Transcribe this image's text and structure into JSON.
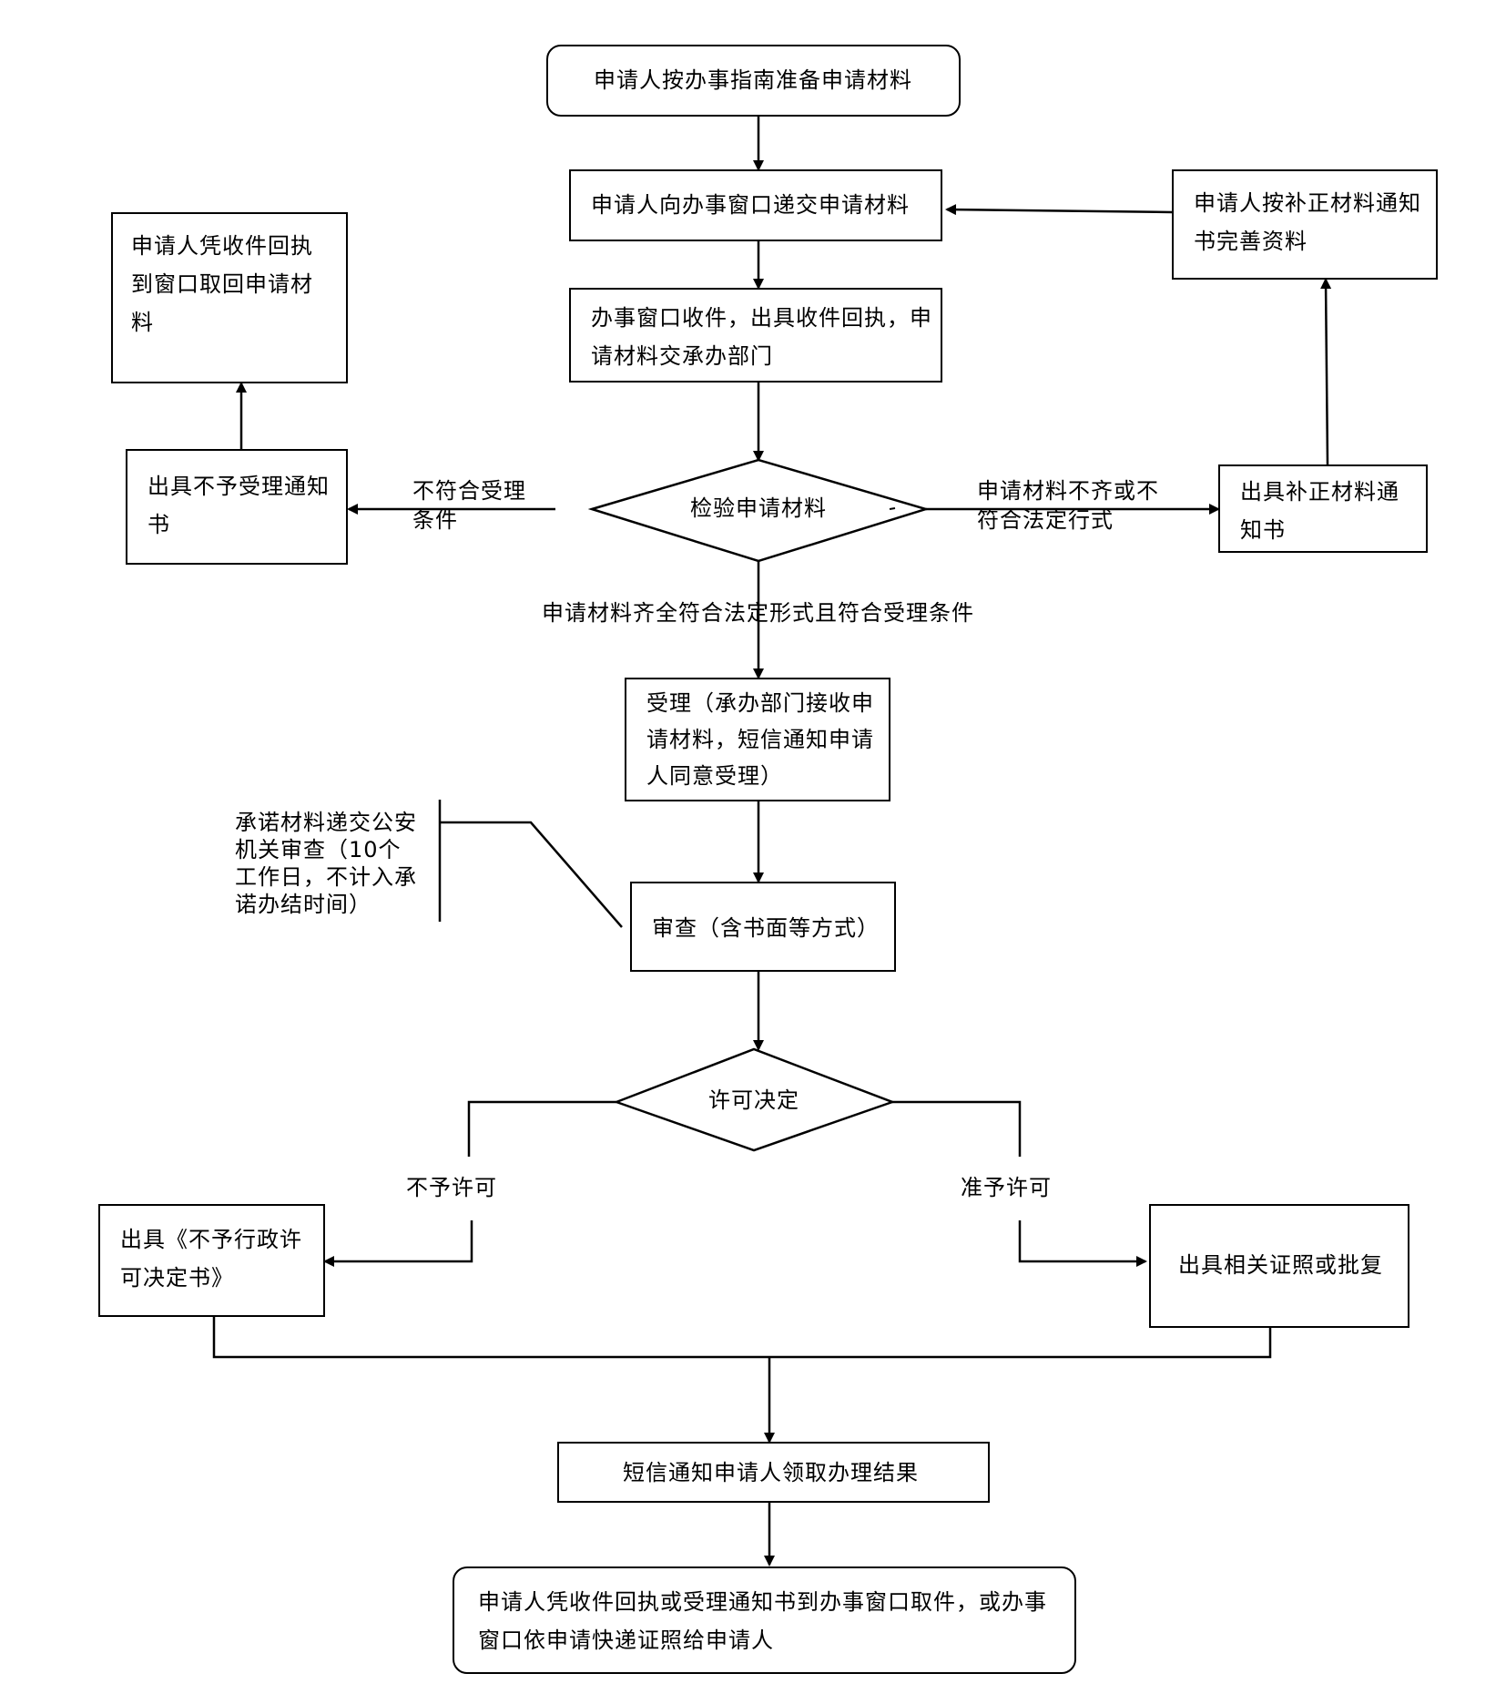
{
  "nodes": {
    "start": "申请人按办事指南准备申请材料",
    "submit": "申请人向办事窗口递交申请材料",
    "receive": "办事窗口收件，出具收件回执，申请材料交承办部门",
    "supplement_complete": "申请人按补正材料通知书完善资料",
    "withdraw": "申请人凭收件回执到窗口取回申请材料",
    "reject_notice": "出具不予受理通知书",
    "check": "检验申请材料",
    "supplement_notice": "出具补正材料通知书",
    "accept": "受理（承办部门接收申请材料，短信通知申请人同意受理）",
    "review": "审查（含书面等方式）",
    "decision": "许可决定",
    "deny_doc": "出具《不予行政许可决定书》",
    "approve_doc": "出具相关证照或批复",
    "notify_result": "短信通知申请人领取办理结果",
    "final": "申请人凭收件回执或受理通知书到办事窗口取件，或办事窗口依申请快递证照给申请人"
  },
  "labels": {
    "not_meet": "不符合受理条件",
    "incomplete": "申请材料不齐或不符合法定行式",
    "complete": "申请材料齐全符合法定形式且符合受理条件",
    "police_review": "承诺材料递交公安机关审查（10个工作日，不计入承诺办结时间）",
    "deny": "不予许可",
    "approve": "准予许可"
  }
}
